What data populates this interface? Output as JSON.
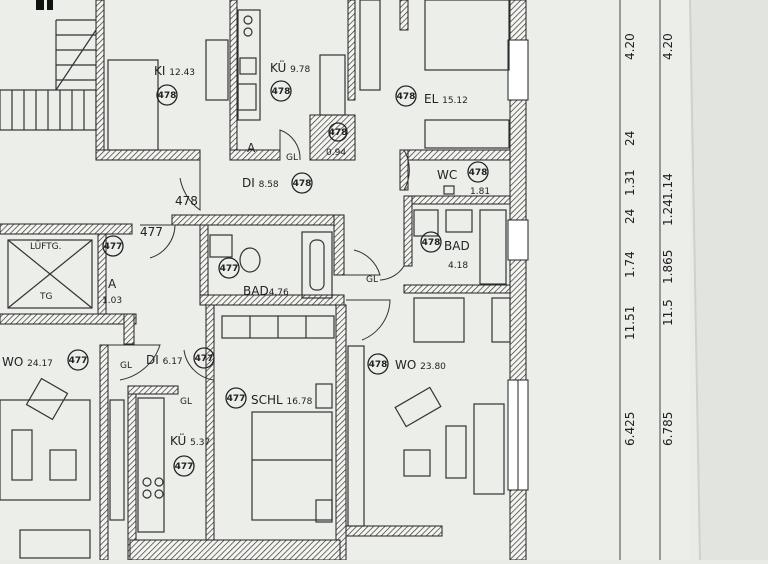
{
  "rooms": [
    {
      "id": "ki",
      "label": "KI",
      "area": "12.43",
      "unit": "478"
    },
    {
      "id": "kue-top",
      "label": "KÜ",
      "area": "9.78",
      "unit": "478"
    },
    {
      "id": "el",
      "label": "EL",
      "area": "15.12",
      "unit": "478"
    },
    {
      "id": "abst-top",
      "label": "A",
      "area": "0.94",
      "unit": "478"
    },
    {
      "id": "di-top",
      "label": "DI",
      "area": "8.58",
      "unit": "478"
    },
    {
      "id": "wc",
      "label": "WC",
      "area": "1.81",
      "unit": "478"
    },
    {
      "id": "bad-right",
      "label": "BAD",
      "area": "4.18",
      "unit": "478"
    },
    {
      "id": "bad-mid",
      "label": "BAD",
      "area": "4.76",
      "unit": "477"
    },
    {
      "id": "abst-left",
      "label": "A",
      "area": "1.03",
      "unit": "477"
    },
    {
      "id": "wo-left",
      "label": "WO",
      "area": "24.17",
      "unit": "477"
    },
    {
      "id": "di-mid",
      "label": "DI",
      "area": "6.17",
      "unit": "477"
    },
    {
      "id": "wo-right",
      "label": "WO",
      "area": "23.80",
      "unit": "478"
    },
    {
      "id": "schl",
      "label": "SCHL",
      "area": "16.78",
      "unit": "477"
    },
    {
      "id": "kue-bottom",
      "label": "KÜ",
      "area": "5.37",
      "unit": "477"
    }
  ],
  "shaft": {
    "top_label": "LÜFTG.",
    "bottom_label": "TG"
  },
  "unit_labels": {
    "left": "478",
    "right": "477"
  },
  "gl_label": "GL",
  "dimensions_left": [
    "4.20",
    "24",
    "1.31",
    "24",
    "1.74",
    "11.51",
    "6.425"
  ],
  "dimensions_right": [
    "4.20",
    "1.24",
    "1.14",
    "1.865",
    "11.5",
    "6.785"
  ]
}
